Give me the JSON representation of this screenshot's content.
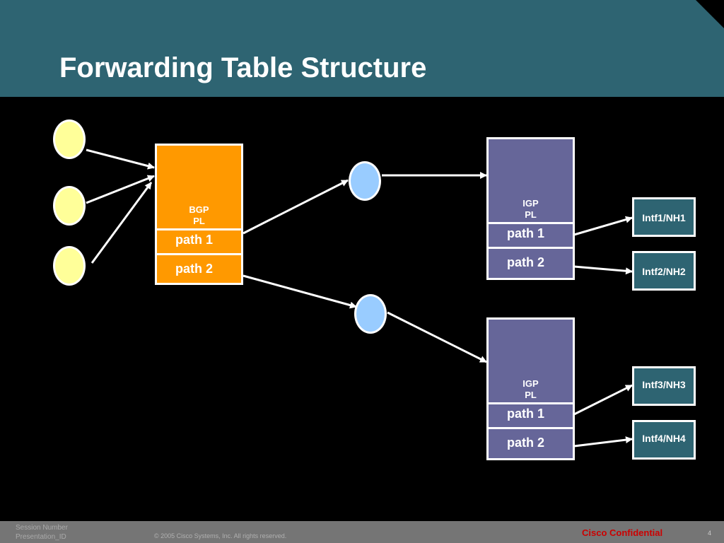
{
  "slide": {
    "title": "Forwarding Table Structure"
  },
  "diagram": {
    "bgp_pl": {
      "label_line1": "BGP",
      "label_line2": "PL",
      "paths": [
        "path 1",
        "path 2"
      ],
      "color": "#ff9900"
    },
    "igp_pl_top": {
      "label_line1": "IGP",
      "label_line2": "PL",
      "paths": [
        "path 1",
        "path 2"
      ],
      "color": "#666699"
    },
    "igp_pl_bottom": {
      "label_line1": "IGP",
      "label_line2": "PL",
      "paths": [
        "path 1",
        "path 2"
      ],
      "color": "#666699"
    },
    "interfaces": [
      "Intf1/NH1",
      "Intf2/NH2",
      "Intf3/NH3",
      "Intf4/NH4"
    ],
    "colors": {
      "prefix_node": "#ffff99",
      "nexthop_node": "#99ccff",
      "interface_box": "#2e6472",
      "header": "#2e6472"
    }
  },
  "footer": {
    "session_line1": "Session Number",
    "session_line2": "Presentation_ID",
    "copyright": "© 2005 Cisco Systems, Inc. All rights reserved.",
    "confidential": "Cisco Confidential",
    "page_number": "4"
  }
}
